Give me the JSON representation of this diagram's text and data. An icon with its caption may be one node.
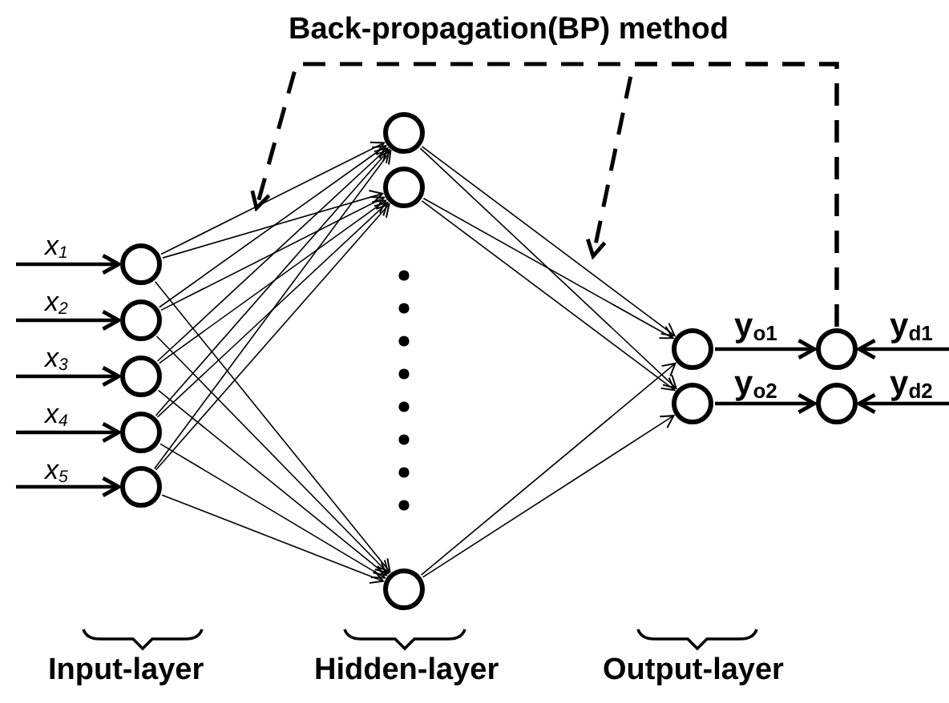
{
  "diagram": {
    "title": "Back-propagation(BP) method",
    "nodes": [
      {
        "text": [],
        "shape": "circle"
      },
      {
        "text": [],
        "shape": "circle"
      },
      {
        "text": [],
        "shape": "circle"
      },
      {
        "text": [],
        "shape": "circle"
      },
      {
        "text": [],
        "shape": "circle"
      },
      {
        "text": [],
        "shape": "circle"
      },
      {
        "text": [],
        "shape": "circle"
      },
      {
        "text": [],
        "shape": "circle"
      },
      {
        "text": [],
        "shape": "circle"
      },
      {
        "text": [],
        "shape": "circle"
      },
      {
        "text": [],
        "shape": "circle"
      },
      {
        "text": [],
        "shape": "circle"
      }
    ],
    "edges": [
      {
        "from": null,
        "to": 0,
        "arrow": "to",
        "label": "x$_{1}$"
      },
      {
        "from": null,
        "to": 1,
        "arrow": "to",
        "label": "x$_{2}$"
      },
      {
        "from": null,
        "to": 2,
        "arrow": "to",
        "label": "x$_{3}$"
      },
      {
        "from": null,
        "to": 3,
        "arrow": "to",
        "label": "x$_{4}$"
      },
      {
        "from": null,
        "to": 4,
        "arrow": "to",
        "label": "x$_{5}$"
      },
      {
        "from": 0,
        "to": 5,
        "arrow": "to"
      },
      {
        "from": 0,
        "to": 6,
        "arrow": "to"
      },
      {
        "from": 0,
        "to": 7,
        "arrow": "to"
      },
      {
        "from": 1,
        "to": 5,
        "arrow": "to"
      },
      {
        "from": 1,
        "to": 6,
        "arrow": "to"
      },
      {
        "from": 1,
        "to": 7,
        "arrow": "to"
      },
      {
        "from": 2,
        "to": 5,
        "arrow": "to"
      },
      {
        "from": 2,
        "to": 6,
        "arrow": "to"
      },
      {
        "from": 2,
        "to": 7,
        "arrow": "to"
      },
      {
        "from": 3,
        "to": 5,
        "arrow": "to"
      },
      {
        "from": 3,
        "to": 6,
        "arrow": "to"
      },
      {
        "from": 3,
        "to": 7,
        "arrow": "to"
      },
      {
        "from": 4,
        "to": 5,
        "arrow": "to"
      },
      {
        "from": 4,
        "to": 6,
        "arrow": "to"
      },
      {
        "from": 4,
        "to": 7,
        "arrow": "to"
      },
      {
        "from": 5,
        "to": 8,
        "arrow": "to"
      },
      {
        "from": 5,
        "to": 9,
        "arrow": "to"
      },
      {
        "from": 6,
        "to": 8,
        "arrow": "to"
      },
      {
        "from": 6,
        "to": 9,
        "arrow": "to"
      },
      {
        "from": 7,
        "to": 8,
        "arrow": "to"
      },
      {
        "from": 7,
        "to": 9,
        "arrow": "to"
      },
      {
        "from": 8,
        "to": 10,
        "arrow": "to",
        "label": "y$_{o1}$"
      },
      {
        "from": 9,
        "to": 11,
        "arrow": "to",
        "label": "y$_{o2}$"
      },
      {
        "from": null,
        "to": 10,
        "arrow": "to",
        "label": "y$_{d1}$"
      },
      {
        "from": null,
        "to": 11,
        "arrow": "to",
        "label": "y$_{d2}$"
      },
      {
        "from": 10,
        "to": null,
        "arrow": "to",
        "style": "dashed"
      },
      {
        "from": 10,
        "to": null,
        "arrow": "to",
        "style": "dashed"
      }
    ],
    "labels": [
      "Input-layer",
      "Hidden-layer",
      "Output-layer"
    ]
  }
}
